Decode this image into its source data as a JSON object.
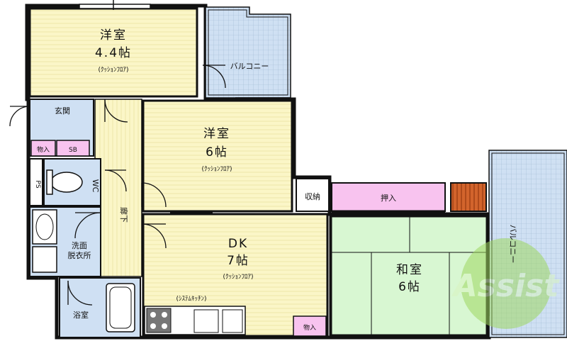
{
  "rooms": {
    "western_room_1": {
      "name": "洋室",
      "size": "4.4帖",
      "floor": "(ｸｯｼｮﾝﾌﾛｱ)"
    },
    "western_room_2": {
      "name": "洋室",
      "size": "6帖",
      "floor": "(ｸｯｼｮﾝﾌﾛｱ)"
    },
    "dk": {
      "name": "DK",
      "size": "7帖",
      "floor": "(ｸｯｼｮﾝﾌﾛｱ)",
      "kitchen": "(ｼｽﾃﾑｷｯﾁﾝ)"
    },
    "japanese_room": {
      "name": "和室",
      "size": "6帖"
    },
    "entrance": "玄関",
    "closet_entrance": "物入",
    "shoe_box": "SB",
    "ps": "PS",
    "wc": "WC",
    "washroom": "洗面\n脱衣所",
    "bathroom": "浴室",
    "corridor": "廊下",
    "storage": "収納",
    "oshiire": "押入",
    "closet_dk": "物入",
    "balcony_top": "バルコニー",
    "balcony_right": "バルコニー"
  },
  "watermark": {
    "text": "Assist"
  },
  "colors": {
    "yellow": "#fbf6c7",
    "blue": "#cfe0f3",
    "pink": "#f8c3ef",
    "green": "#d8f7d2",
    "wood": "#c8541e",
    "watermark": "#9fd860"
  }
}
